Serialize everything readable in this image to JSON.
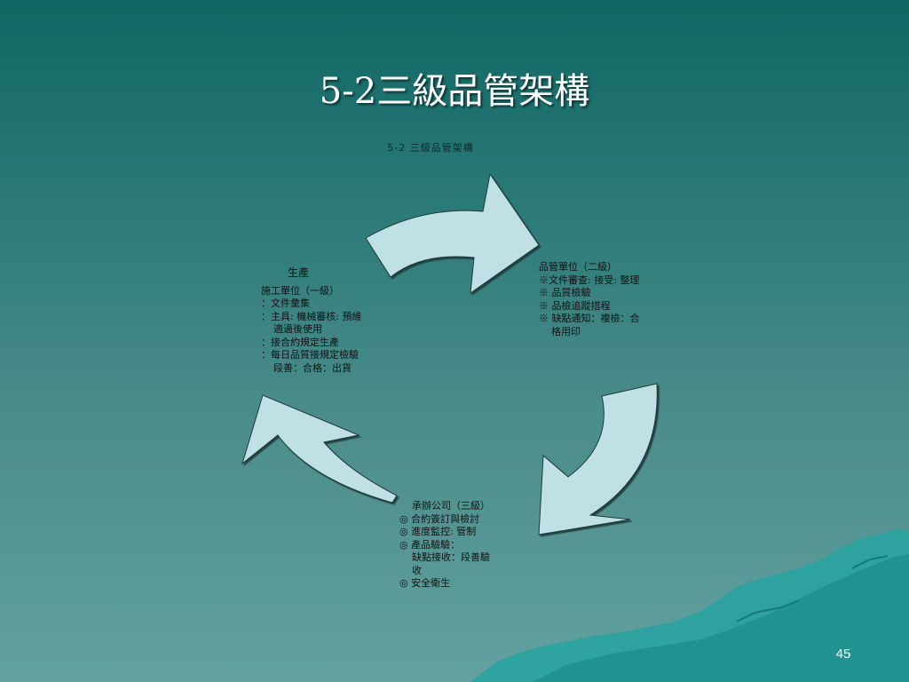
{
  "slide": {
    "title": "5-2三級品管架構",
    "caption": "5-2 三級品管架構",
    "page_number": "45"
  },
  "nodes": {
    "production": {
      "heading": "生產",
      "lines": [
        {
          "text": "施工單位（一級）",
          "indent": false
        },
        {
          "text": "：文件彙集",
          "indent": false
        },
        {
          "text": "：主具: 機械審核: 預維",
          "indent": false
        },
        {
          "text": "適過後使用",
          "indent": true
        },
        {
          "text": "：接合約規定生產",
          "indent": false
        },
        {
          "text": "：每日品質接規定檢驗",
          "indent": false
        },
        {
          "text": "段善：合格：出貨",
          "indent": true
        }
      ]
    },
    "quality": {
      "heading": "",
      "lines": [
        {
          "text": "品管單位（二級）",
          "indent": false
        },
        {
          "text": "※文件審查: 接受: 整理",
          "indent": false
        },
        {
          "text": "※ 品質檢驗",
          "indent": false
        },
        {
          "text": "※ 品檢追蹤措程",
          "indent": false
        },
        {
          "text": "※ 缺點通知：複檢：合",
          "indent": false
        },
        {
          "text": "格用印",
          "indent": true
        }
      ]
    },
    "contractor": {
      "heading": "承辦公司（三級）",
      "lines": [
        {
          "text": "◎ 合約簽訂與檢討",
          "indent": false
        },
        {
          "text": "◎ 進度監控: 管制",
          "indent": false
        },
        {
          "text": "◎ 產品驗驗：",
          "indent": false
        },
        {
          "text": "缺點接收：段善驗",
          "indent": true
        },
        {
          "text": "收",
          "indent": true
        },
        {
          "text": "◎ 安全衛生",
          "indent": false
        }
      ]
    }
  },
  "colors": {
    "arrow_fill": "#bfe0e4",
    "arrow_stroke": "#1f3b3b",
    "title_text": "#ffffff",
    "mountain": "#2aa3a0"
  }
}
